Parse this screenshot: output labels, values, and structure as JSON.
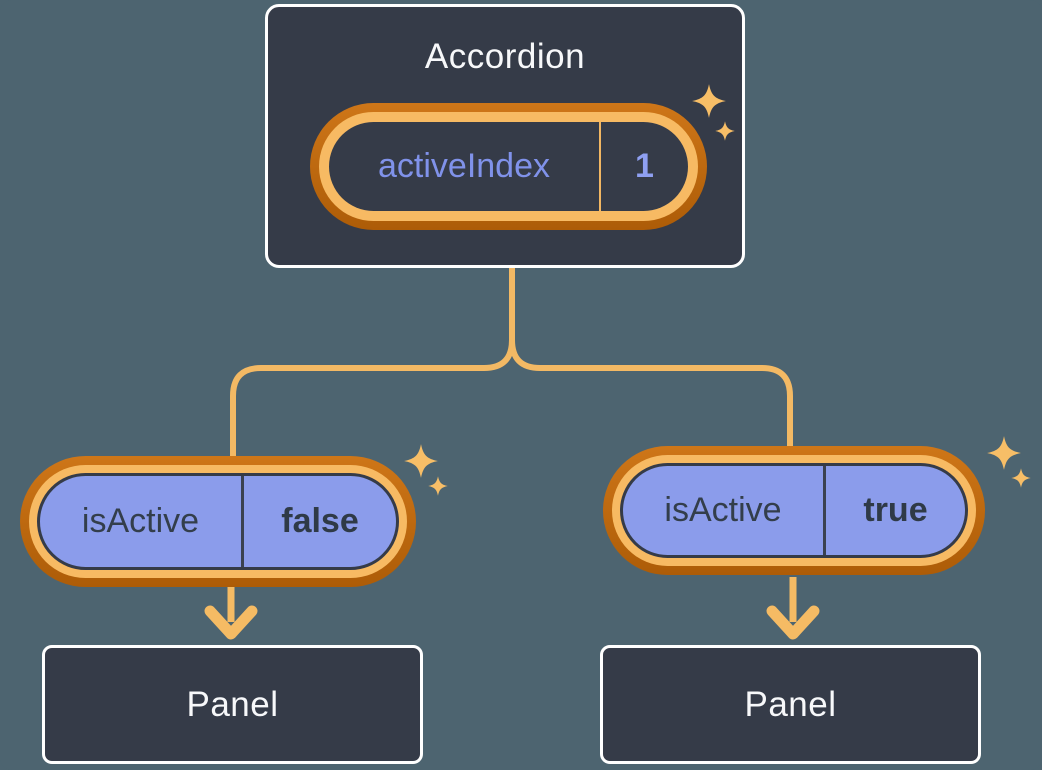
{
  "diagram": {
    "kind": "react-state-tree",
    "accordion": {
      "title": "Accordion",
      "state_name": "activeIndex",
      "state_value": "1"
    },
    "left_child": {
      "state_name": "isActive",
      "state_value": "false",
      "panel_label": "Panel"
    },
    "right_child": {
      "state_name": "isActive",
      "state_value": "true",
      "panel_label": "Panel"
    },
    "icons": {
      "sparkle": "four-point-star"
    },
    "colors": {
      "background": "#4D6470",
      "box_fill": "#353B48",
      "box_border": "#FFFFFF",
      "pill_fill_purple": "#8B9CEB",
      "glow_ring_outer": "#C2690F",
      "glow_ring_inner": "#F7BA63",
      "connector_line": "#F3B964",
      "arrow": "#F5BB64",
      "sparkle": "#F7BE67",
      "state_name_purple": "#8092EA",
      "state_value_purple": "#8FA0F2",
      "text_dark": "#333E4B",
      "text_light": "#F7F8FA"
    }
  }
}
